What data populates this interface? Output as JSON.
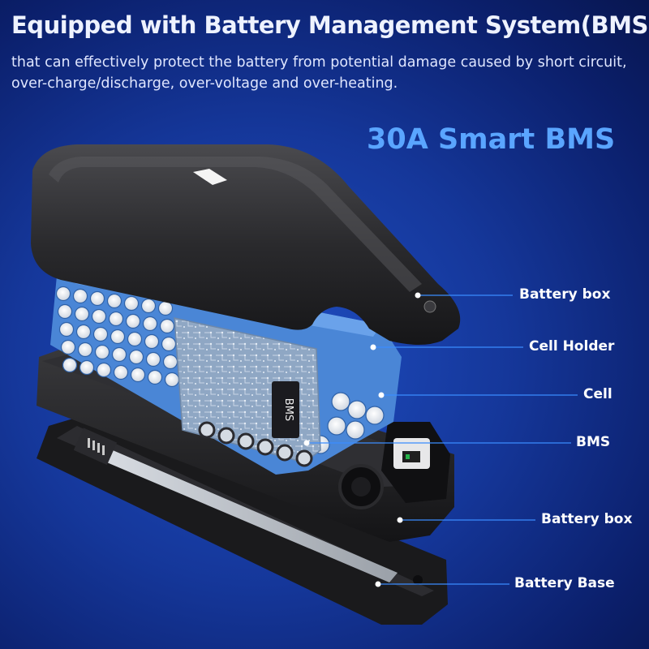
{
  "heading": "Equipped with Battery Management System(BMS)",
  "subtext": "that can effectively protect the battery from potential damage caused by short circuit, over-charge/discharge, over-voltage and over-heating.",
  "badge_title": "30A Smart BMS",
  "bms_chip_text": "BMS",
  "callouts": [
    {
      "id": "battery-box-top",
      "label": "Battery box"
    },
    {
      "id": "cell-holder",
      "label": "Cell Holder"
    },
    {
      "id": "cell",
      "label": "Cell"
    },
    {
      "id": "bms",
      "label": "BMS"
    },
    {
      "id": "battery-box-bottom",
      "label": "Battery box"
    },
    {
      "id": "battery-base",
      "label": "Battery Base"
    }
  ],
  "colors": {
    "background": "#15379a",
    "accent_title": "#5aa5ff",
    "cell_holder": "#4a86d6",
    "callout_line": "#3a8cff"
  }
}
